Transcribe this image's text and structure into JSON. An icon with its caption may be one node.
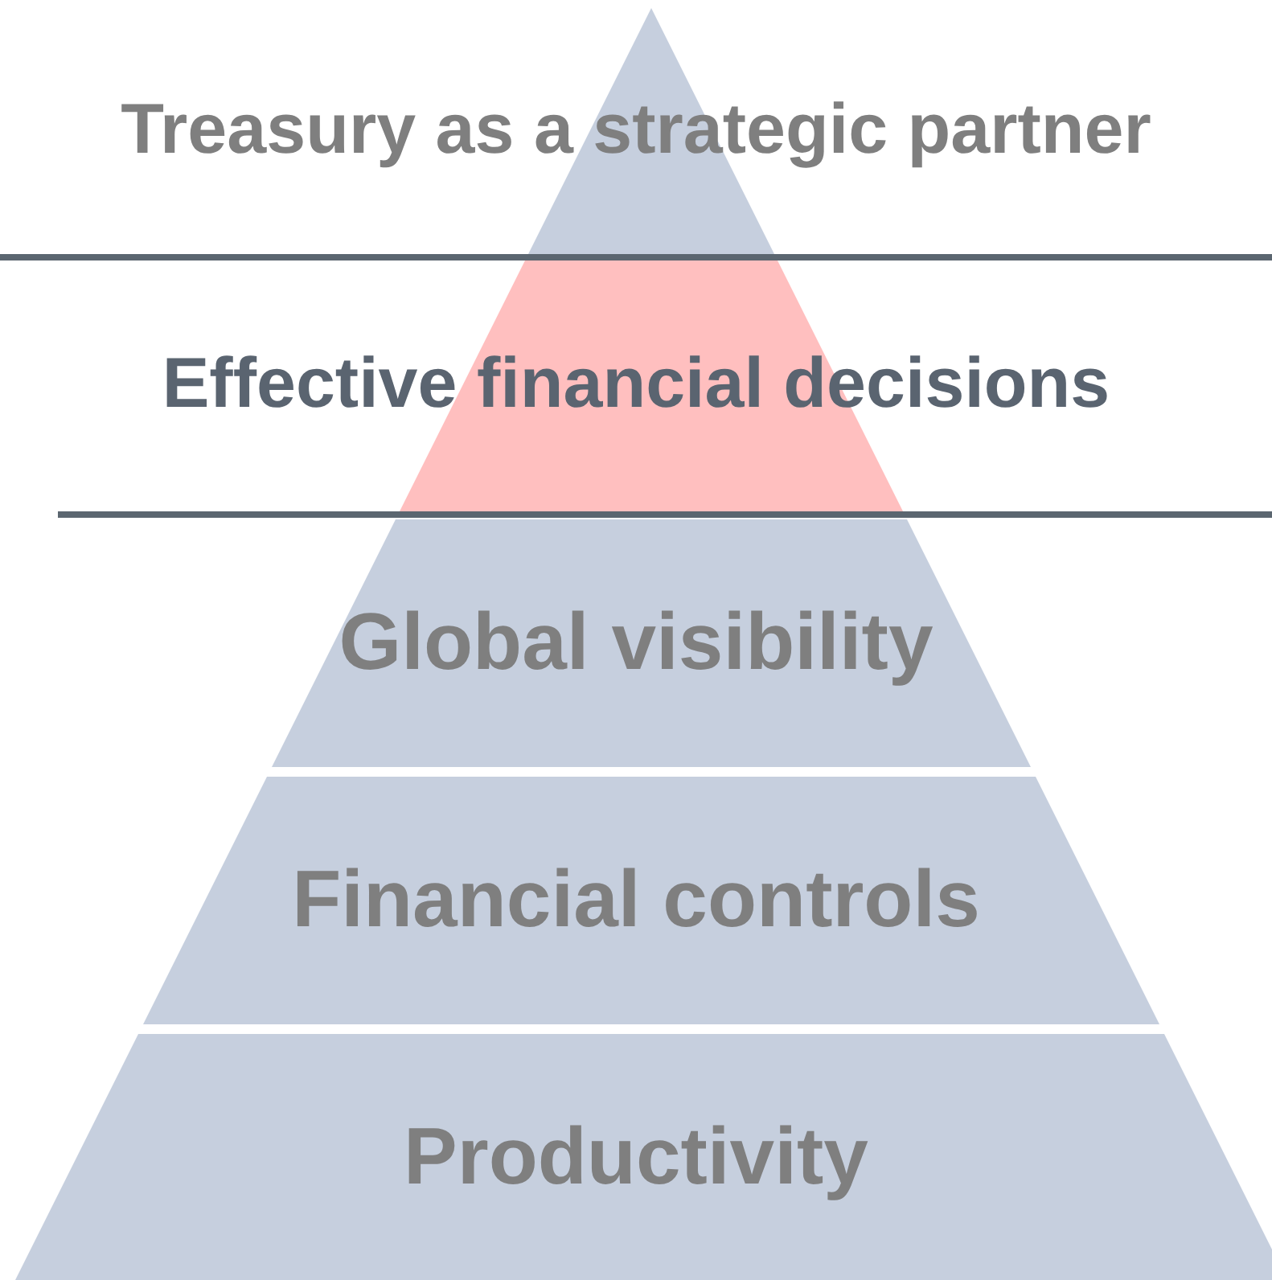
{
  "diagram": {
    "nodes": [
      {
        "text": [
          "Treasury as a strategic partner"
        ]
      },
      {
        "text": [
          "Effective financial decisions"
        ]
      },
      {
        "text": [
          "Global visibility"
        ]
      },
      {
        "text": [
          "Financial controls"
        ]
      },
      {
        "text": [
          "Productivity"
        ]
      }
    ]
  }
}
